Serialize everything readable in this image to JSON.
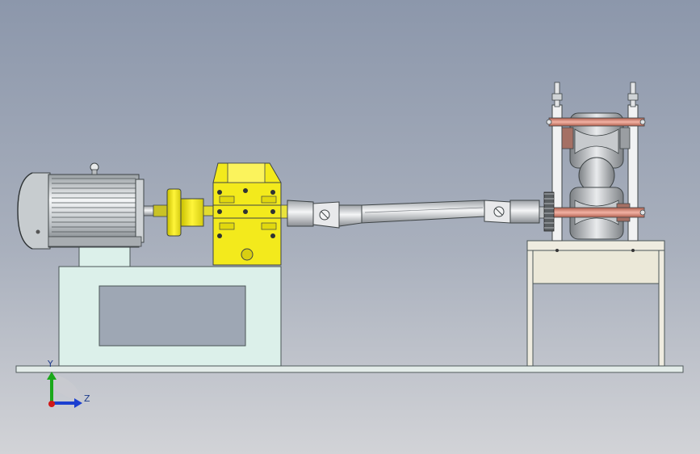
{
  "view": {
    "triad": {
      "y_axis_label": "Y",
      "z_axis_label": "Z"
    }
  },
  "colors": {
    "background_top": "#8c97ab",
    "background_bottom": "#d2d3d7",
    "base_plate": "#e3ece9",
    "motor_base": "#dcf0ea",
    "motor_body": "#c4c9cc",
    "gearbox": "#f3ea1c",
    "coupling": "#e9e33e",
    "shaft": "#d4d6d9",
    "roller_rod": "#d88a7a",
    "stand": "#efece0",
    "triad_y": "#1aa81a",
    "triad_z": "#1b3fd0",
    "triad_origin": "#d01818"
  },
  "components": [
    {
      "name": "motor",
      "icon": "motor-icon"
    },
    {
      "name": "coupling",
      "icon": "coupling-icon"
    },
    {
      "name": "gearbox",
      "icon": "gearbox-icon"
    },
    {
      "name": "universal-joint-shaft",
      "icon": "shaft-icon"
    },
    {
      "name": "roller-stand",
      "icon": "roller-stand-icon"
    }
  ]
}
